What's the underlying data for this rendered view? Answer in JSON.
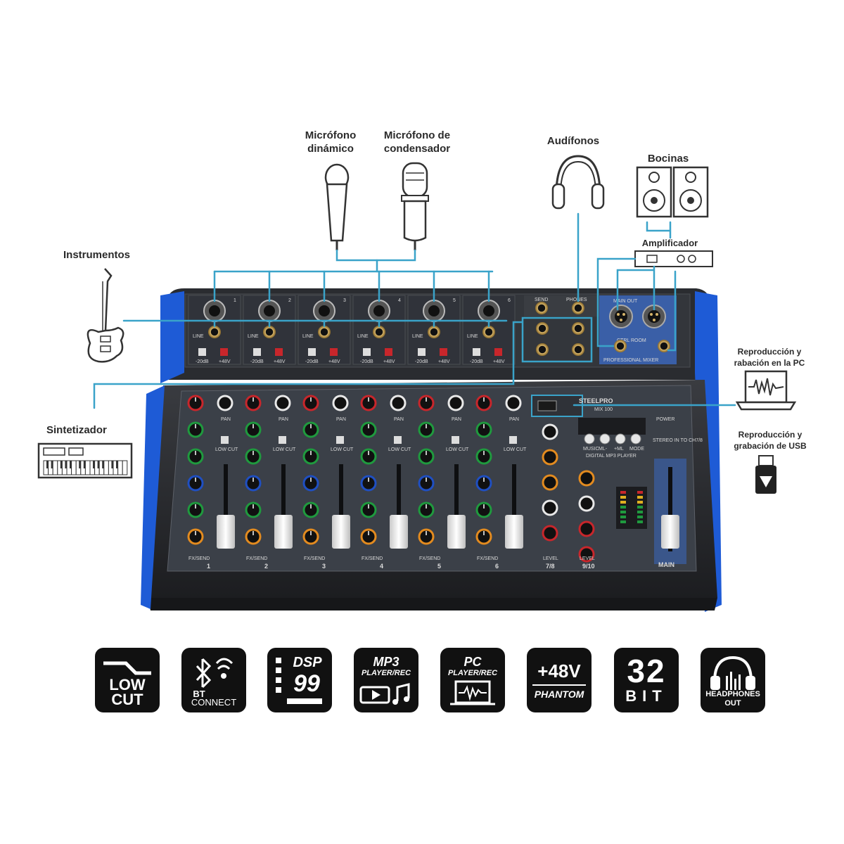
{
  "labels": {
    "dynamic_mic": [
      "Micrófono",
      "dinámico"
    ],
    "condenser_mic": [
      "Micrófono de",
      "condensador"
    ],
    "headphones": "Audífonos",
    "speakers": "Bocinas",
    "amplifier": "Amplificador",
    "instruments": "Instrumentos",
    "synth": "Sintetizador",
    "pc": [
      "Reproducción y",
      "rabación en la PC"
    ],
    "usb": [
      "Reproducción y",
      "grabación de USB"
    ]
  },
  "mixer": {
    "brand": "STEELPRO",
    "model": "MIX 100",
    "panel_label": "PROFESSIONAL MIXER",
    "main_out": "MAIN OUT",
    "ctrl_room": "CTRL ROOM",
    "send": "SEND",
    "phones": "PHONES",
    "power": "POWER",
    "mp3_player": "DIGITAL MP3 PLAYER",
    "stereo_in": "STEREO IN TO CH7/8",
    "line": "LINE",
    "pad": "-20dB",
    "phantom": "+48V",
    "low_cut": "LOW CUT",
    "pan": "PAN",
    "fx_send": "FX/SEND",
    "level": "LEVEL",
    "main": "MAIN",
    "mp3_buttons": [
      "MUSIC",
      "ML-",
      "+ML",
      "MODE"
    ],
    "channels": [
      "1",
      "2",
      "3",
      "4",
      "5",
      "6",
      "7/8",
      "9/10"
    ]
  },
  "badges": {
    "low_cut": [
      "LOW",
      "CUT"
    ],
    "bt": [
      "BT",
      "CONNECT"
    ],
    "dsp": [
      "DSP",
      "99"
    ],
    "mp3": [
      "MP3",
      "PLAYER/REC"
    ],
    "pc": [
      "PC",
      "PLAYER/REC"
    ],
    "phantom": [
      "+48V",
      "PHANTOM"
    ],
    "bit": [
      "32",
      "BIT"
    ],
    "headphones": [
      "HEADPHONES",
      "OUT"
    ]
  },
  "colors": {
    "cable": "#3aa3c9",
    "mixer_body": "#2b2d31",
    "mixer_accent": "#1e5bd6",
    "knob_red": "#c8262b",
    "knob_green": "#1f9a3e",
    "knob_blue": "#1f4fc2",
    "knob_orange": "#e38b1f",
    "badge_bg": "#111111"
  }
}
